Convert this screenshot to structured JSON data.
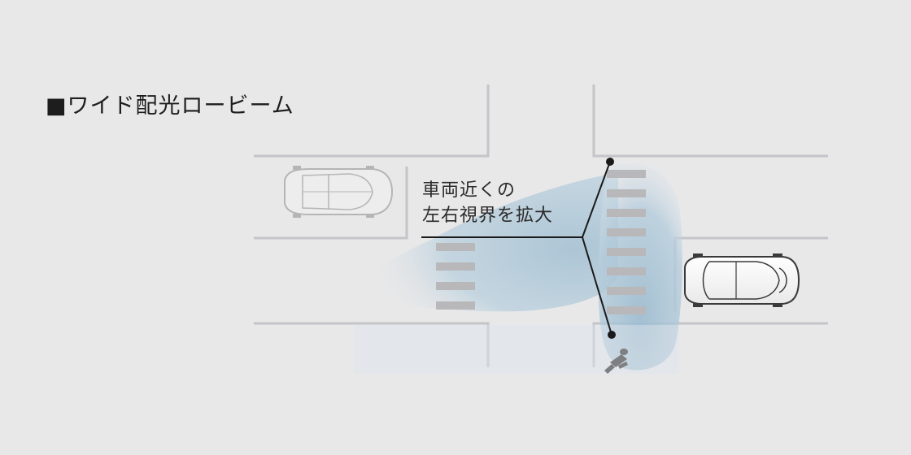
{
  "title": "■ワイド配光ロービーム",
  "callout": {
    "line1": "車両近くの",
    "line2": "左右視界を拡大"
  },
  "colors": {
    "background": "#e8e8e9",
    "road_line": "#c4c5c8",
    "crosswalk": "#b8b8bb",
    "light_beam": "#a9c3d4",
    "leader_line": "#1a1a1a",
    "text": "#1d1d1d"
  }
}
